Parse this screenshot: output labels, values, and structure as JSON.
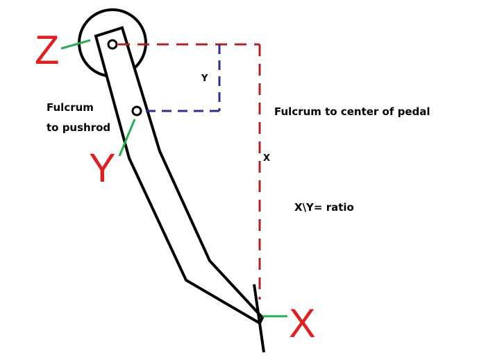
{
  "labels": {
    "z": "Z",
    "y": "Y",
    "x": "X",
    "dim_y": "Y",
    "dim_x": "X",
    "fulcrum_pushrod_line1": "Fulcrum",
    "fulcrum_pushrod_line2": "to pushrod",
    "fulcrum_pedal": "Fulcrum to center of pedal",
    "ratio": "X\\Y= ratio"
  },
  "colors": {
    "stroke": "#000000",
    "big_letter": "#e02020",
    "leader": "#22b14c",
    "dash_x": "#b22222",
    "dash_y": "#2b2f8f"
  }
}
